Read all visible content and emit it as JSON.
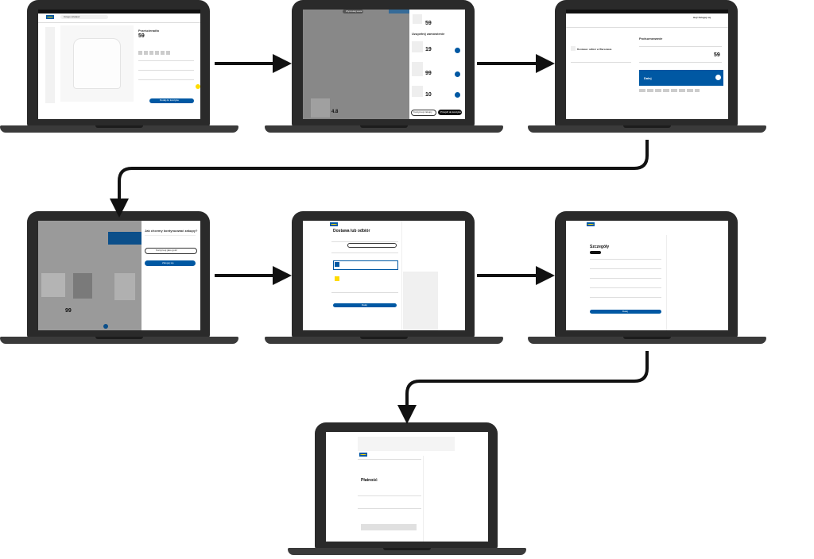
{
  "screens": {
    "s1": {
      "search_placeholder": "Czego szukasz",
      "product_title": "Prześcieradło",
      "product_price": "59",
      "add_to_cart": "Dodaj do koszyka"
    },
    "s2": {
      "top_pill": "Wyszukaj towar",
      "rating": "4.8",
      "complete_heading": "Uzupełnij zamówienie",
      "item_price_1": "19",
      "item_price_2": "99",
      "item_price_3": "10",
      "item_price_top": "59",
      "continue_shopping": "Kontynuuj zakupy",
      "go_to_cart": "Przejdź do koszyka"
    },
    "s3": {
      "login_link": "Hej! Zaloguj się",
      "summary_heading": "Podsumowanie",
      "total_value": "59",
      "checkout_label": "Dalej",
      "cart_item": "Dostawa i odbiór w Warszawie"
    },
    "s4": {
      "heading": "Jak chcemy kontynuować zakupy?",
      "option_1": "Kontynuuj jako gość",
      "option_2": "Zaloguj się",
      "price": "99"
    },
    "s5": {
      "heading": "Dostawa lub odbiór",
      "continue": "Dalej"
    },
    "s6": {
      "heading": "Szczegóły",
      "continue": "Dalej"
    },
    "s7": {
      "heading": "Płatność"
    }
  },
  "colors": {
    "ikea_blue": "#0058a3",
    "ikea_yellow": "#ffdb00",
    "laptop_body": "#2a2a2a",
    "arrow": "#111111"
  }
}
